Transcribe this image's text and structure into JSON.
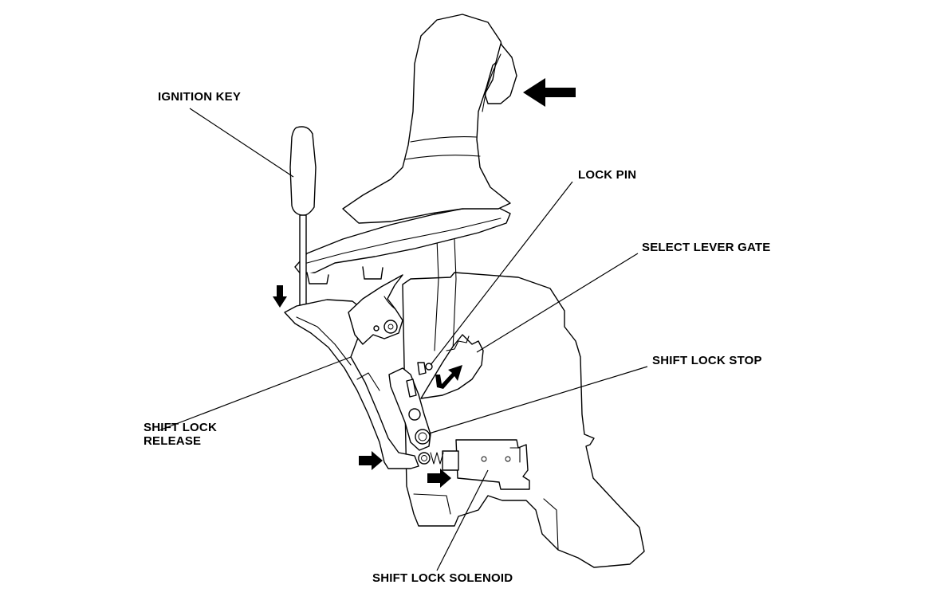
{
  "labels": {
    "ignition_key": "IGNITION KEY",
    "lock_pin": "LOCK PIN",
    "select_lever_gate": "SELECT LEVER GATE",
    "shift_lock_stop": "SHIFT LOCK STOP",
    "shift_lock_release_line1": "SHIFT LOCK",
    "shift_lock_release_line2": "RELEASE",
    "shift_lock_solenoid": "SHIFT LOCK SOLENOID"
  },
  "colors": {
    "ink": "#000000",
    "paper": "#ffffff"
  }
}
